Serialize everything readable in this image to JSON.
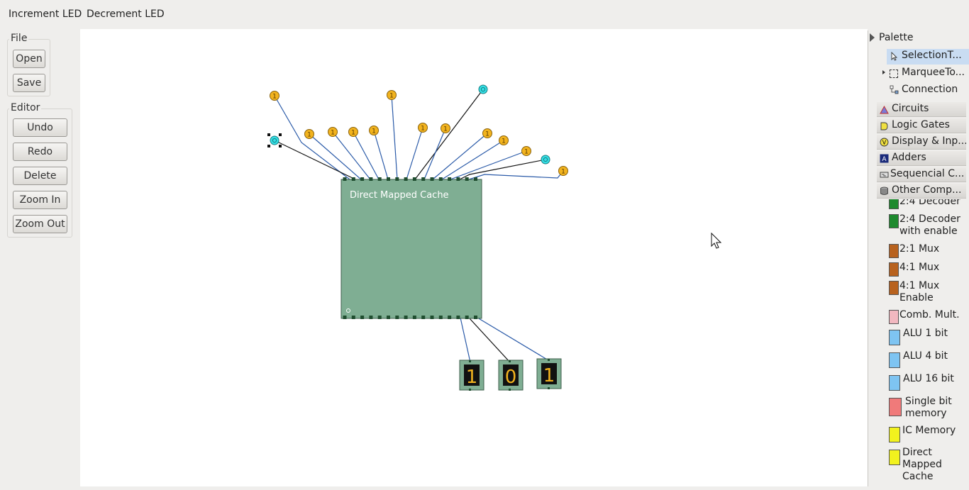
{
  "menubar": {
    "items": [
      "Increment LED",
      "Decrement LED"
    ]
  },
  "file_group": {
    "title": "File",
    "open": "Open",
    "save": "Save"
  },
  "editor_group": {
    "title": "Editor",
    "undo": "Undo",
    "redo": "Redo",
    "delete": "Delete",
    "zoom_in": "Zoom In",
    "zoom_out": "Zoom Out"
  },
  "circuit": {
    "cache_label": "Direct Mapped Cache",
    "input_glyph": "1",
    "displays": [
      "1",
      "0",
      "1"
    ]
  },
  "palette": {
    "title": "Palette",
    "tools": {
      "selection": "SelectionT...",
      "marquee": "MarqueeTo...",
      "connection": "Connection"
    },
    "sections": [
      "Circuits",
      "Logic Gates",
      "Display & Inp...",
      "Adders",
      "Sequencial C...",
      "Other Comp..."
    ],
    "components": {
      "partial": "2:4 Decoder",
      "decoder_enable": [
        "2:4 Decoder",
        "with enable"
      ],
      "mux21": "2:1 Mux",
      "mux41": "4:1 Mux",
      "mux41_enable": [
        "4:1 Mux",
        "Enable"
      ],
      "comb_mult": "Comb. Mult.",
      "alu1": "ALU 1 bit",
      "alu4": "ALU 4 bit",
      "alu16": "ALU 16 bit",
      "single_bit_memory": [
        "Single bit",
        "memory"
      ],
      "ic_memory": "IC Memory",
      "direct_mapped_cache": [
        "Direct",
        "Mapped",
        "Cache"
      ]
    },
    "colors": {
      "decoder": "#1e8a2e",
      "mux": "#b8621e",
      "mult": "#f2b8c0",
      "alu": "#7ec4f2",
      "memory": "#f07a7a",
      "ic": "#f2f21e",
      "selected": "#c9dcf2"
    }
  }
}
